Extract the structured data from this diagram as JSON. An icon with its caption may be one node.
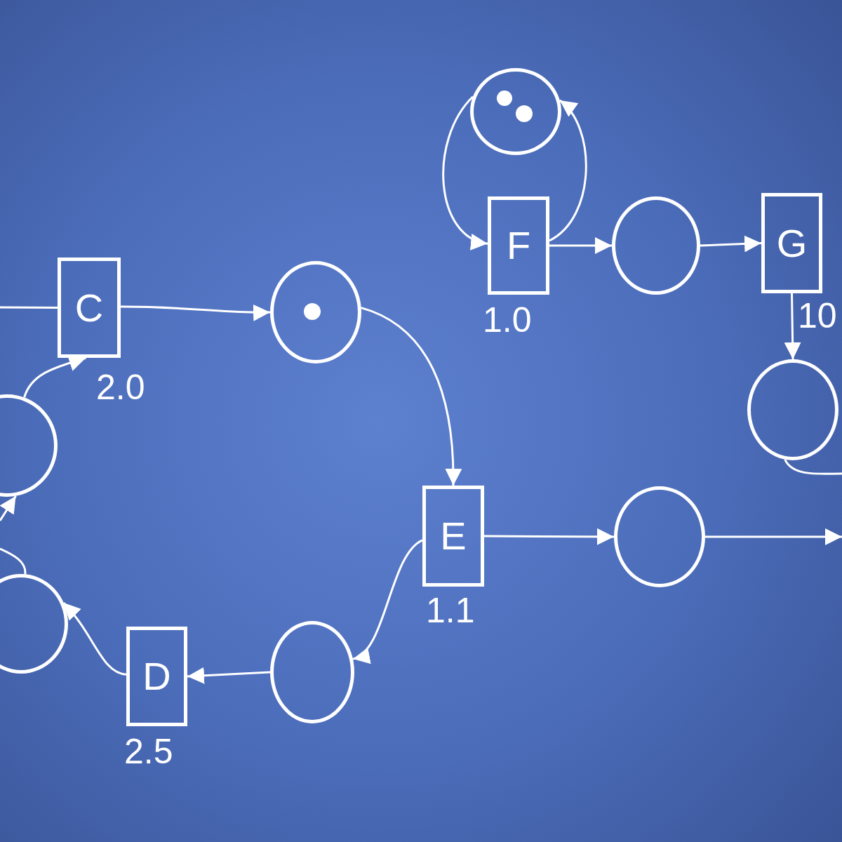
{
  "diagram": {
    "nodes": [
      {
        "text": [
          "C"
        ],
        "beside": [
          "2.0"
        ]
      },
      {
        "text": [],
        "shape": "circle"
      },
      {
        "text": [],
        "shape": "circle"
      },
      {
        "text": [],
        "shape": "circle"
      },
      {
        "text": [
          "D"
        ],
        "beside": [
          "2.5"
        ]
      },
      {
        "text": [],
        "shape": "circle"
      },
      {
        "text": [
          "E"
        ],
        "beside": [
          "1.1"
        ]
      },
      {
        "text": [],
        "shape": "circle"
      },
      {
        "text": [
          "F"
        ],
        "beside": [
          "1.0"
        ]
      },
      {
        "text": [],
        "shape": "circle"
      },
      {
        "text": [],
        "shape": "circle"
      },
      {
        "text": [
          "G"
        ],
        "beside": [
          "10"
        ]
      },
      {
        "text": [],
        "shape": "circle"
      }
    ],
    "edges": [
      {
        "from": null,
        "to": 0,
        "arrow": "none"
      },
      {
        "from": 0,
        "to": 1,
        "arrow": "to"
      },
      {
        "from": 1,
        "to": 6,
        "arrow": "to"
      },
      {
        "from": 6,
        "to": 5,
        "arrow": "to"
      },
      {
        "from": 5,
        "to": 4,
        "arrow": "to"
      },
      {
        "from": 4,
        "to": 3,
        "arrow": "to"
      },
      {
        "from": 3,
        "to": null,
        "arrow": "none"
      },
      {
        "from": null,
        "to": 2,
        "arrow": "to"
      },
      {
        "from": 2,
        "to": 0,
        "arrow": "to"
      },
      {
        "from": 6,
        "to": 7,
        "arrow": "to"
      },
      {
        "from": 7,
        "to": null,
        "arrow": "to"
      },
      {
        "from": 9,
        "to": 8,
        "arrow": "to"
      },
      {
        "from": 8,
        "to": 9,
        "arrow": "to"
      },
      {
        "from": 8,
        "to": 10,
        "arrow": "to"
      },
      {
        "from": 10,
        "to": 11,
        "arrow": "to"
      },
      {
        "from": 11,
        "to": 12,
        "arrow": "to"
      },
      {
        "from": 12,
        "to": null,
        "arrow": "none"
      }
    ]
  }
}
